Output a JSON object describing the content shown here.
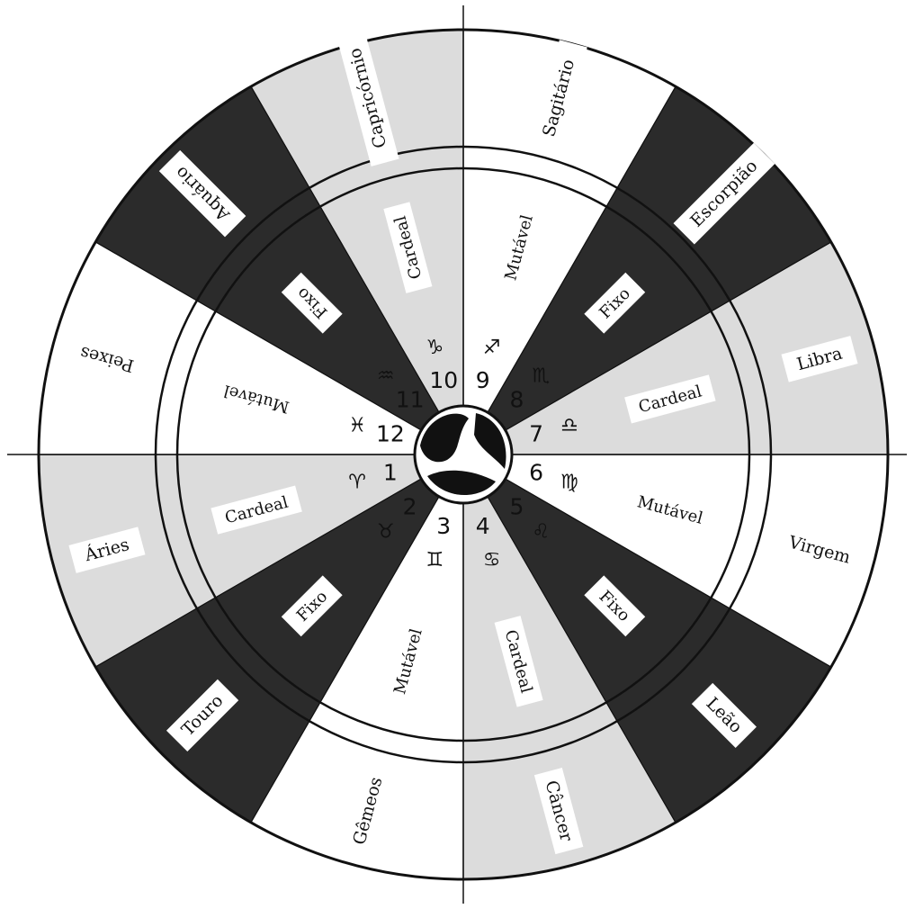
{
  "colors": {
    "cardinal": "#dcdcdc",
    "fixed": "#2b2b2b",
    "mutable": "#ffffff",
    "line": "#111111"
  },
  "segments": [
    {
      "house": "1",
      "sign": "Áries",
      "glyph": "♈",
      "modality": "Cardeal",
      "type": "cardinal"
    },
    {
      "house": "2",
      "sign": "Touro",
      "glyph": "♉",
      "modality": "Fixo",
      "type": "fixed"
    },
    {
      "house": "3",
      "sign": "Gêmeos",
      "glyph": "♊",
      "modality": "Mutável",
      "type": "mutable"
    },
    {
      "house": "4",
      "sign": "Câncer",
      "glyph": "♋",
      "modality": "Cardeal",
      "type": "cardinal"
    },
    {
      "house": "5",
      "sign": "Leão",
      "glyph": "♌",
      "modality": "Fixo",
      "type": "fixed"
    },
    {
      "house": "6",
      "sign": "Virgem",
      "glyph": "♍",
      "modality": "Mutável",
      "type": "mutable"
    },
    {
      "house": "7",
      "sign": "Libra",
      "glyph": "♎",
      "modality": "Cardeal",
      "type": "cardinal"
    },
    {
      "house": "8",
      "sign": "Escorpião",
      "glyph": "♏",
      "modality": "Fixo",
      "type": "fixed"
    },
    {
      "house": "9",
      "sign": "Sagitário",
      "glyph": "♐",
      "modality": "Mutável",
      "type": "mutable"
    },
    {
      "house": "10",
      "sign": "Capricórnio",
      "glyph": "♑",
      "modality": "Cardeal",
      "type": "cardinal"
    },
    {
      "house": "11",
      "sign": "Aquário",
      "glyph": "♒",
      "modality": "Fixo",
      "type": "fixed"
    },
    {
      "house": "12",
      "sign": "Peixes",
      "glyph": "♓",
      "modality": "Mutável",
      "type": "mutable"
    }
  ]
}
